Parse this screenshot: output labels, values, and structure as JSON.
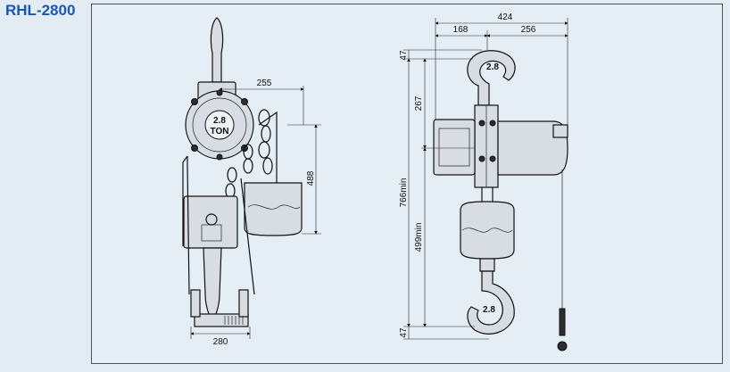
{
  "title": "RHL-2800",
  "side_view": {
    "badge_top": "2.8",
    "badge_bottom": "TON",
    "dim_width_top": "255",
    "dim_height_right": "488",
    "dim_width_bottom": "280"
  },
  "front_view": {
    "dim_total_width": "424",
    "dim_left_width": "168",
    "dim_right_width": "256",
    "dim_top_hook": "47",
    "dim_upper_body": "267",
    "dim_overall_min": "766min",
    "dim_lower_min": "499min",
    "dim_bottom_hook": "47",
    "hook_label_top": "2.8",
    "hook_label_bottom": "2.8"
  }
}
